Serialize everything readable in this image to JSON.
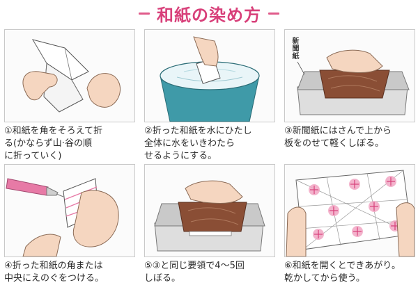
{
  "title": "和紙の染め方",
  "steps": [
    {
      "lines": [
        "①和紙を角をそろえて折",
        "る(かならず山·谷の順",
        "に折っていく)"
      ]
    },
    {
      "lines": [
        "②折った和紙を水にひたし",
        "全体に水をいきわたら",
        "せるようにする。"
      ]
    },
    {
      "lines": [
        "③新聞紙にはさんで上から",
        "板をのせて軽くしぼる。"
      ],
      "tag": "新聞紙"
    },
    {
      "lines": [
        "④折った和紙の角または",
        "中央にえのぐをつける。"
      ]
    },
    {
      "lines": [
        "⑤③と同じ要領で4～5回",
        "しぼる。"
      ]
    },
    {
      "lines": [
        "⑥和紙を開くとできあがり。",
        "乾かしてから使う。"
      ]
    }
  ],
  "colors": {
    "title": "#d8407a",
    "bucket": "#3f9aa8",
    "board": "#8a4e35",
    "paint": "#e77aa6",
    "skin": "#f5d6c0"
  }
}
